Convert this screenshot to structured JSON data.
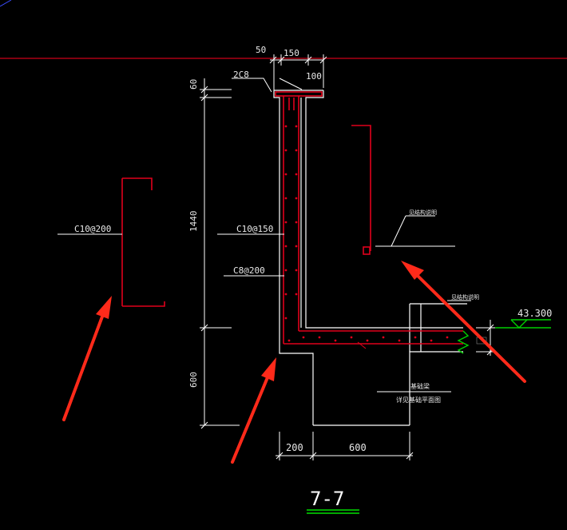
{
  "section_title": "7-7",
  "dimensions": {
    "top_50": "50",
    "top_150": "150",
    "top_100": "100",
    "left_60": "60",
    "left_1440": "1440",
    "left_600": "600",
    "bottom_200": "200",
    "bottom_600": "600"
  },
  "rebar_labels": {
    "top_bars": "2C8",
    "wall_vertical": "C10@150",
    "wall_horizontal": "C8@200",
    "detail_bar": "C10@200"
  },
  "annotations": {
    "upper_note": "见结构说明",
    "lower_note": "见结构说明",
    "foundation_note_1": "基础梁",
    "foundation_note_2": "详见基础平面图"
  },
  "elevation": "43.300",
  "colors": {
    "concrete": "#ffffff",
    "rebar": "#e0001b",
    "dimension": "#ffffff",
    "level_marker": "#00d000",
    "arrow": "#ff2a1a",
    "title_underline": "#00e000"
  }
}
